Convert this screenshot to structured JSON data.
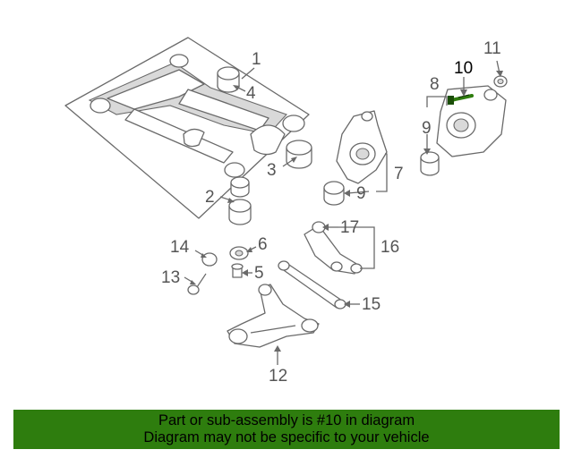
{
  "callouts": {
    "c1": "1",
    "c2": "2",
    "c3": "3",
    "c4": "4",
    "c5": "5",
    "c6": "6",
    "c7": "7",
    "c8": "8",
    "c9a": "9",
    "c9b": "9",
    "c10": "10",
    "c11": "11",
    "c12": "12",
    "c13": "13",
    "c14": "14",
    "c15": "15",
    "c16": "16",
    "c17": "17"
  },
  "highlight": {
    "part_number": "10",
    "color": "#2e7d0e"
  },
  "banner": {
    "line1": "Part or sub-assembly is #10 in diagram",
    "line2": "Diagram may not be specific to your vehicle"
  }
}
